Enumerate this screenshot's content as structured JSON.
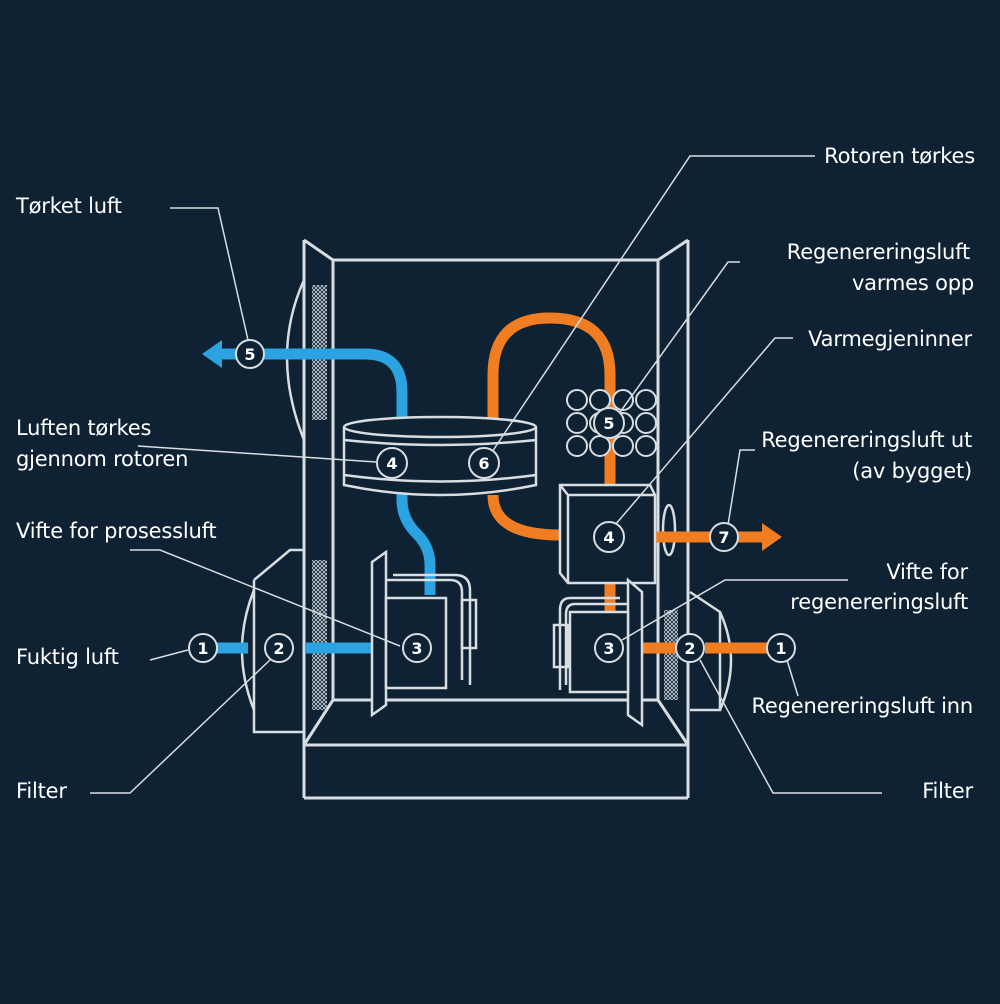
{
  "title": "Desiccant rotor dehumidifier diagram",
  "colors": {
    "background": "#0f2233",
    "outline": "#d8dde2",
    "process_air": "#2aa3e0",
    "regeneration_air": "#f07d22",
    "text": "#ffffff"
  },
  "labels": {
    "torket_luft": "Tørket luft",
    "luften_torkes_1": "Luften tørkes",
    "luften_torkes_2": "gjennom rotoren",
    "vifte_prosess": "Vifte for prosessluft",
    "fuktig_luft": "Fuktig luft",
    "filter_left": "Filter",
    "rotoren_torkes": "Rotoren tørkes",
    "regen_varmes_1": "Regenereringsluft",
    "regen_varmes_2": "varmes opp",
    "varmegjeninner": "Varmegjeninner",
    "regen_ut_1": "Regenereringsluft ut",
    "regen_ut_2": "(av bygget)",
    "vifte_regen_1": "Vifte for",
    "vifte_regen_2": "regenereringsluft",
    "regen_inn": "Regenereringsluft inn",
    "filter_right": "Filter"
  },
  "markers": {
    "process_in": "1",
    "process_filter": "2",
    "process_fan": "3",
    "rotor_process": "4",
    "process_out": "5",
    "regen_in": "1",
    "regen_filter": "2",
    "regen_fan": "3",
    "heat_recovery": "4",
    "heater": "5",
    "rotor_regen": "6",
    "regen_out": "7"
  }
}
